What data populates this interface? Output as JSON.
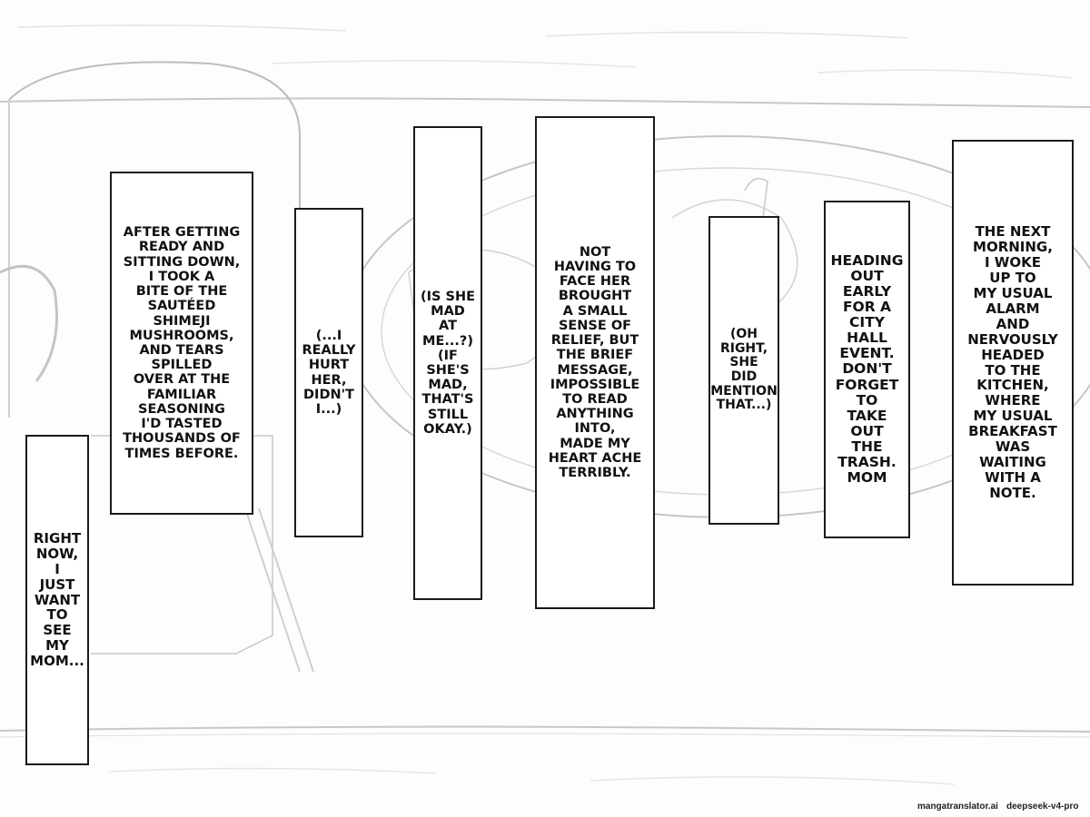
{
  "boxes": [
    {
      "id": "box-right-now",
      "text": "Right\nnow,\nI\njust\nwant\nto\nsee\nmy\nmom..."
    },
    {
      "id": "box-after-getting-ready",
      "text": "After getting\nready and\nsitting down,\nI took a\nbite of the\nsautéed\nshimeji\nmushrooms,\nand tears\nspilled\nover at the\nfamiliar\nseasoning\nI'd tasted\nthousands of\ntimes before."
    },
    {
      "id": "box-really-hurt-her",
      "text": "(...I\nreally\nhurt\nher,\ndidn't\nI...)"
    },
    {
      "id": "box-is-she-mad",
      "text": "(Is she\nmad\nat\nme...?)\n(If\nshe's\nmad,\nthat's\nstill\nokay.)"
    },
    {
      "id": "box-not-having-to-face",
      "text": "Not\nhaving to\nface her\nbrought\na small\nsense of\nrelief, but\nthe brief\nmessage,\nimpossible\nto read\nanything\ninto,\nmade my\nheart ache\nterribly."
    },
    {
      "id": "box-oh-right",
      "text": "(Oh\nright,\nshe\ndid\nmention\nthat...)"
    },
    {
      "id": "box-note",
      "text": "Heading\nout\nearly\nfor a\ncity\nhall\nevent.\nDon't\nforget\nto\ntake\nout\nthe\ntrash.\nMom"
    },
    {
      "id": "box-next-morning",
      "text": "The next\nmorning,\nI woke\nup to\nmy usual\nalarm\nand\nnervously\nheaded\nto the\nkitchen,\nwhere\nmy usual\nbreakfast\nwas\nwaiting\nwith a\nnote."
    }
  ],
  "credits": {
    "left": "mangatranslator.ai",
    "right": "deepseek-v4-pro"
  }
}
